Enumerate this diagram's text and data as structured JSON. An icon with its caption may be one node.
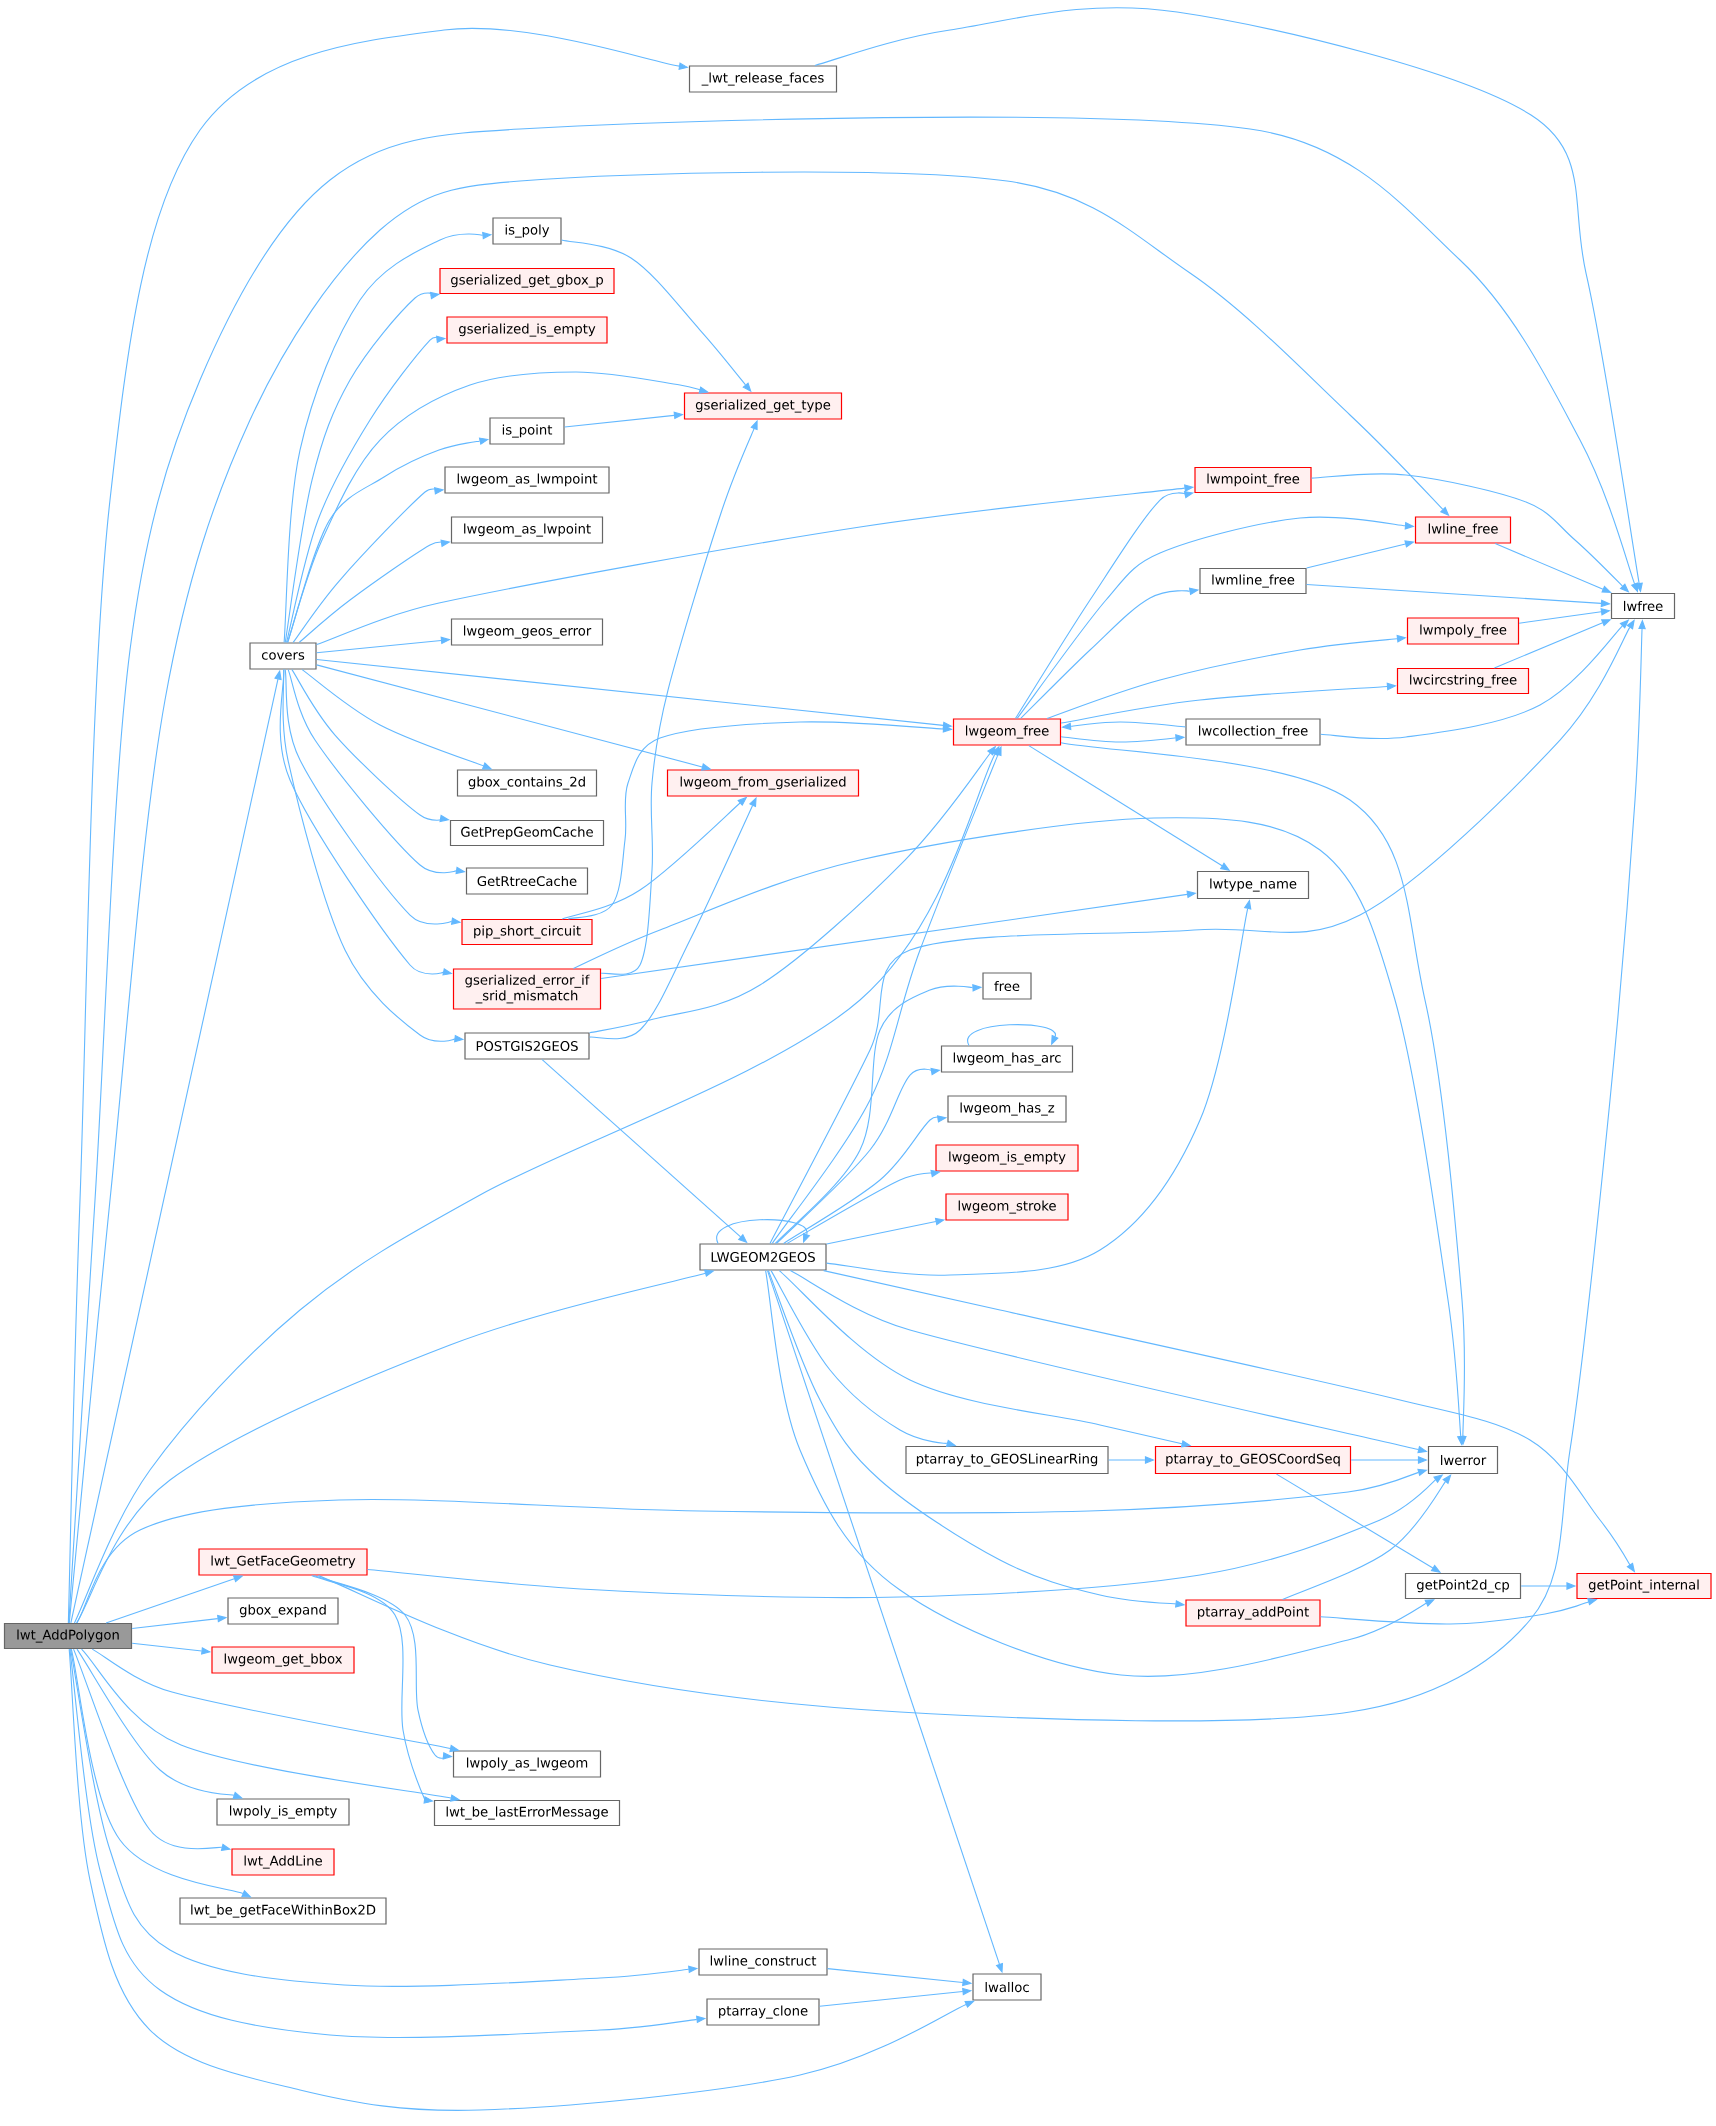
{
  "diagram": {
    "nodes": [
      {
        "text": [
          "lwt_AddPolygon"
        ]
      },
      {
        "text": [
          "_lwt_release_faces"
        ]
      },
      {
        "text": [
          "lwfree"
        ]
      },
      {
        "text": [
          "is_poly"
        ]
      },
      {
        "text": [
          "gserialized_get_gbox_p"
        ]
      },
      {
        "text": [
          "gserialized_is_empty"
        ]
      },
      {
        "text": [
          "gserialized_get_type"
        ]
      },
      {
        "text": [
          "is_point"
        ]
      },
      {
        "text": [
          "lwgeom_as_lwmpoint"
        ]
      },
      {
        "text": [
          "lwgeom_as_lwpoint"
        ]
      },
      {
        "text": [
          "lwgeom_geos_error"
        ]
      },
      {
        "text": [
          "covers"
        ]
      },
      {
        "text": [
          "lwmpoint_free"
        ]
      },
      {
        "text": [
          "lwline_free"
        ]
      },
      {
        "text": [
          "lwmline_free"
        ]
      },
      {
        "text": [
          "lwmpoly_free"
        ]
      },
      {
        "text": [
          "lwcircstring_free"
        ]
      },
      {
        "text": [
          "lwgeom_free"
        ]
      },
      {
        "text": [
          "lwcollection_free"
        ]
      },
      {
        "text": [
          "gbox_contains_2d"
        ]
      },
      {
        "text": [
          "lwgeom_from_gserialized"
        ]
      },
      {
        "text": [
          "GetPrepGeomCache"
        ]
      },
      {
        "text": [
          "GetRtreeCache"
        ]
      },
      {
        "text": [
          "lwtype_name"
        ]
      },
      {
        "text": [
          "pip_short_circuit"
        ]
      },
      {
        "text": [
          "gserialized_error_if _srid_mismatch"
        ]
      },
      {
        "text": [
          "free"
        ]
      },
      {
        "text": [
          "POSTGIS2GEOS"
        ]
      },
      {
        "text": [
          "lwgeom_has_arc"
        ]
      },
      {
        "text": [
          "lwgeom_has_z"
        ]
      },
      {
        "text": [
          "lwgeom_is_empty"
        ]
      },
      {
        "text": [
          "lwgeom_stroke"
        ]
      },
      {
        "text": [
          "LWGEOM2GEOS"
        ]
      },
      {
        "text": [
          "ptarray_to_GEOSLinearRing"
        ]
      },
      {
        "text": [
          "ptarray_to_GEOSCoordSeq"
        ]
      },
      {
        "text": [
          "lwerror"
        ]
      },
      {
        "text": [
          "lwt_GetFaceGeometry"
        ]
      },
      {
        "text": [
          "getPoint2d_cp"
        ]
      },
      {
        "text": [
          "getPoint_internal"
        ]
      },
      {
        "text": [
          "ptarray_addPoint"
        ]
      },
      {
        "text": [
          "gbox_expand"
        ]
      },
      {
        "text": [
          "lwgeom_get_bbox"
        ]
      },
      {
        "text": [
          "lwpoly_as_lwgeom"
        ]
      },
      {
        "text": [
          "lwt_be_lastErrorMessage"
        ]
      },
      {
        "text": [
          "lwpoly_is_empty"
        ]
      },
      {
        "text": [
          "lwt_AddLine"
        ]
      },
      {
        "text": [
          "lwt_be_getFaceWithinBox2D"
        ]
      },
      {
        "text": [
          "lwline_construct"
        ]
      },
      {
        "text": [
          "lwalloc"
        ]
      },
      {
        "text": [
          "ptarray_clone"
        ]
      }
    ],
    "edges": [
      {
        "from": 0,
        "to": 1,
        "arrow": "to"
      },
      {
        "from": 0,
        "to": 2,
        "arrow": "to"
      },
      {
        "from": 0,
        "to": 13,
        "arrow": "to"
      },
      {
        "from": 0,
        "to": 11,
        "arrow": "to"
      },
      {
        "from": 0,
        "to": 17,
        "arrow": "to"
      },
      {
        "from": 0,
        "to": 32,
        "arrow": "to"
      },
      {
        "from": 0,
        "to": 35,
        "arrow": "to"
      },
      {
        "from": 0,
        "to": 36,
        "arrow": "to"
      },
      {
        "from": 0,
        "to": 40,
        "arrow": "to"
      },
      {
        "from": 0,
        "to": 41,
        "arrow": "to"
      },
      {
        "from": 0,
        "to": 42,
        "arrow": "to"
      },
      {
        "from": 0,
        "to": 43,
        "arrow": "to"
      },
      {
        "from": 0,
        "to": 44,
        "arrow": "to"
      },
      {
        "from": 0,
        "to": 45,
        "arrow": "to"
      },
      {
        "from": 0,
        "to": 46,
        "arrow": "to"
      },
      {
        "from": 0,
        "to": 47,
        "arrow": "to"
      },
      {
        "from": 0,
        "to": 49,
        "arrow": "to"
      },
      {
        "from": 0,
        "to": 48,
        "arrow": "to"
      },
      {
        "from": 1,
        "to": 2,
        "arrow": "to"
      },
      {
        "from": 11,
        "to": 3,
        "arrow": "to"
      },
      {
        "from": 11,
        "to": 4,
        "arrow": "to"
      },
      {
        "from": 11,
        "to": 5,
        "arrow": "to"
      },
      {
        "from": 11,
        "to": 6,
        "arrow": "to"
      },
      {
        "from": 11,
        "to": 7,
        "arrow": "to"
      },
      {
        "from": 11,
        "to": 8,
        "arrow": "to"
      },
      {
        "from": 11,
        "to": 9,
        "arrow": "to"
      },
      {
        "from": 11,
        "to": 12,
        "arrow": "to"
      },
      {
        "from": 11,
        "to": 10,
        "arrow": "to"
      },
      {
        "from": 11,
        "to": 17,
        "arrow": "to"
      },
      {
        "from": 11,
        "to": 20,
        "arrow": "to"
      },
      {
        "from": 11,
        "to": 19,
        "arrow": "to"
      },
      {
        "from": 11,
        "to": 21,
        "arrow": "to"
      },
      {
        "from": 11,
        "to": 22,
        "arrow": "to"
      },
      {
        "from": 11,
        "to": 24,
        "arrow": "to"
      },
      {
        "from": 11,
        "to": 25,
        "arrow": "to"
      },
      {
        "from": 11,
        "to": 27,
        "arrow": "to"
      },
      {
        "from": 3,
        "to": 6,
        "arrow": "to"
      },
      {
        "from": 7,
        "to": 6,
        "arrow": "to"
      },
      {
        "from": 12,
        "to": 2,
        "arrow": "to"
      },
      {
        "from": 13,
        "to": 2,
        "arrow": "to"
      },
      {
        "from": 14,
        "to": 13,
        "arrow": "to"
      },
      {
        "from": 14,
        "to": 2,
        "arrow": "to"
      },
      {
        "from": 15,
        "to": 2,
        "arrow": "to"
      },
      {
        "from": 16,
        "to": 2,
        "arrow": "to"
      },
      {
        "from": 18,
        "to": 17,
        "arrow": "to"
      },
      {
        "from": 18,
        "to": 2,
        "arrow": "to"
      },
      {
        "from": 17,
        "to": 12,
        "arrow": "to"
      },
      {
        "from": 17,
        "to": 13,
        "arrow": "to"
      },
      {
        "from": 17,
        "to": 14,
        "arrow": "to"
      },
      {
        "from": 17,
        "to": 15,
        "arrow": "to"
      },
      {
        "from": 17,
        "to": 16,
        "arrow": "to"
      },
      {
        "from": 17,
        "to": 18,
        "arrow": "to"
      },
      {
        "from": 17,
        "to": 23,
        "arrow": "to"
      },
      {
        "from": 17,
        "to": 35,
        "arrow": "to"
      },
      {
        "from": 24,
        "to": 20,
        "arrow": "to"
      },
      {
        "from": 24,
        "to": 17,
        "arrow": "to"
      },
      {
        "from": 25,
        "to": 6,
        "arrow": "to"
      },
      {
        "from": 25,
        "to": 35,
        "arrow": "to"
      },
      {
        "from": 25,
        "to": 23,
        "arrow": "to"
      },
      {
        "from": 27,
        "to": 20,
        "arrow": "to"
      },
      {
        "from": 27,
        "to": 17,
        "arrow": "to"
      },
      {
        "from": 27,
        "to": 32,
        "arrow": "to"
      },
      {
        "from": 32,
        "to": 32,
        "arrow": "to"
      },
      {
        "from": 32,
        "to": 17,
        "arrow": "to"
      },
      {
        "from": 32,
        "to": 2,
        "arrow": "to"
      },
      {
        "from": 32,
        "to": 26,
        "arrow": "to"
      },
      {
        "from": 32,
        "to": 28,
        "arrow": "to"
      },
      {
        "from": 32,
        "to": 29,
        "arrow": "to"
      },
      {
        "from": 32,
        "to": 30,
        "arrow": "to"
      },
      {
        "from": 32,
        "to": 31,
        "arrow": "to"
      },
      {
        "from": 32,
        "to": 23,
        "arrow": "to"
      },
      {
        "from": 32,
        "to": 35,
        "arrow": "to"
      },
      {
        "from": 32,
        "to": 33,
        "arrow": "to"
      },
      {
        "from": 32,
        "to": 34,
        "arrow": "to"
      },
      {
        "from": 32,
        "to": 39,
        "arrow": "to"
      },
      {
        "from": 32,
        "to": 37,
        "arrow": "to"
      },
      {
        "from": 32,
        "to": 38,
        "arrow": "to"
      },
      {
        "from": 32,
        "to": 48,
        "arrow": "to"
      },
      {
        "from": 28,
        "to": 28,
        "arrow": "to"
      },
      {
        "from": 33,
        "to": 34,
        "arrow": "to"
      },
      {
        "from": 34,
        "to": 35,
        "arrow": "to"
      },
      {
        "from": 34,
        "to": 37,
        "arrow": "to"
      },
      {
        "from": 39,
        "to": 35,
        "arrow": "to"
      },
      {
        "from": 39,
        "to": 38,
        "arrow": "to"
      },
      {
        "from": 37,
        "to": 38,
        "arrow": "to"
      },
      {
        "from": 36,
        "to": 35,
        "arrow": "to"
      },
      {
        "from": 36,
        "to": 2,
        "arrow": "to"
      },
      {
        "from": 36,
        "to": 42,
        "arrow": "to"
      },
      {
        "from": 36,
        "to": 43,
        "arrow": "to"
      },
      {
        "from": 47,
        "to": 48,
        "arrow": "to"
      },
      {
        "from": 49,
        "to": 48,
        "arrow": "to"
      }
    ]
  }
}
